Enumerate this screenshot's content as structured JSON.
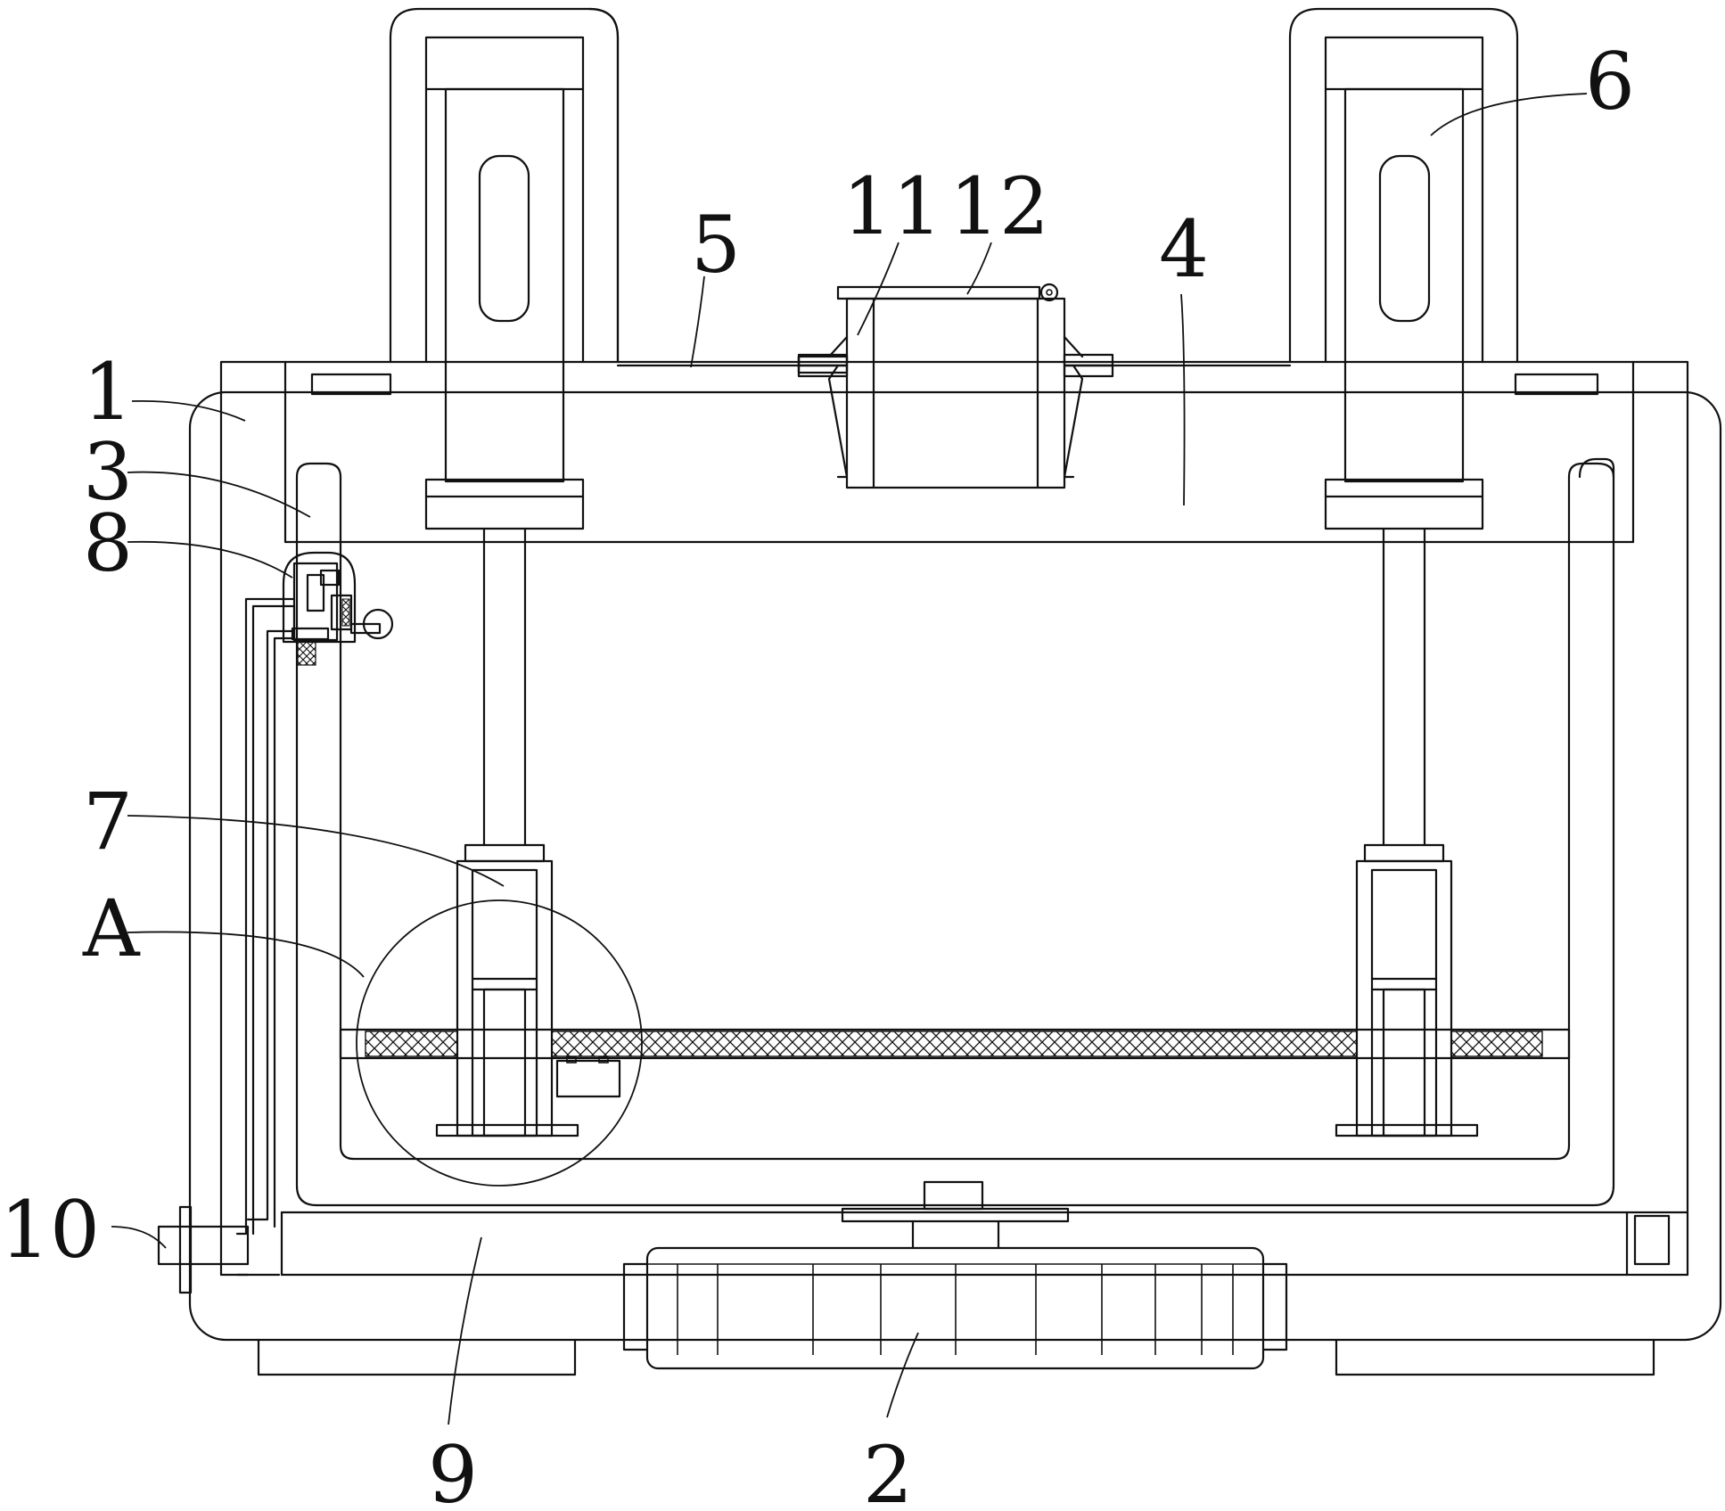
{
  "labels": {
    "l1": "1",
    "l2": "2",
    "l3": "3",
    "l4": "4",
    "l5": "5",
    "l6": "6",
    "l7": "7",
    "l8": "8",
    "l9": "9",
    "l10": "10",
    "l11": "11",
    "l12": "12",
    "lA": "A"
  },
  "colors": {
    "line": "#111111",
    "background": "#ffffff"
  }
}
